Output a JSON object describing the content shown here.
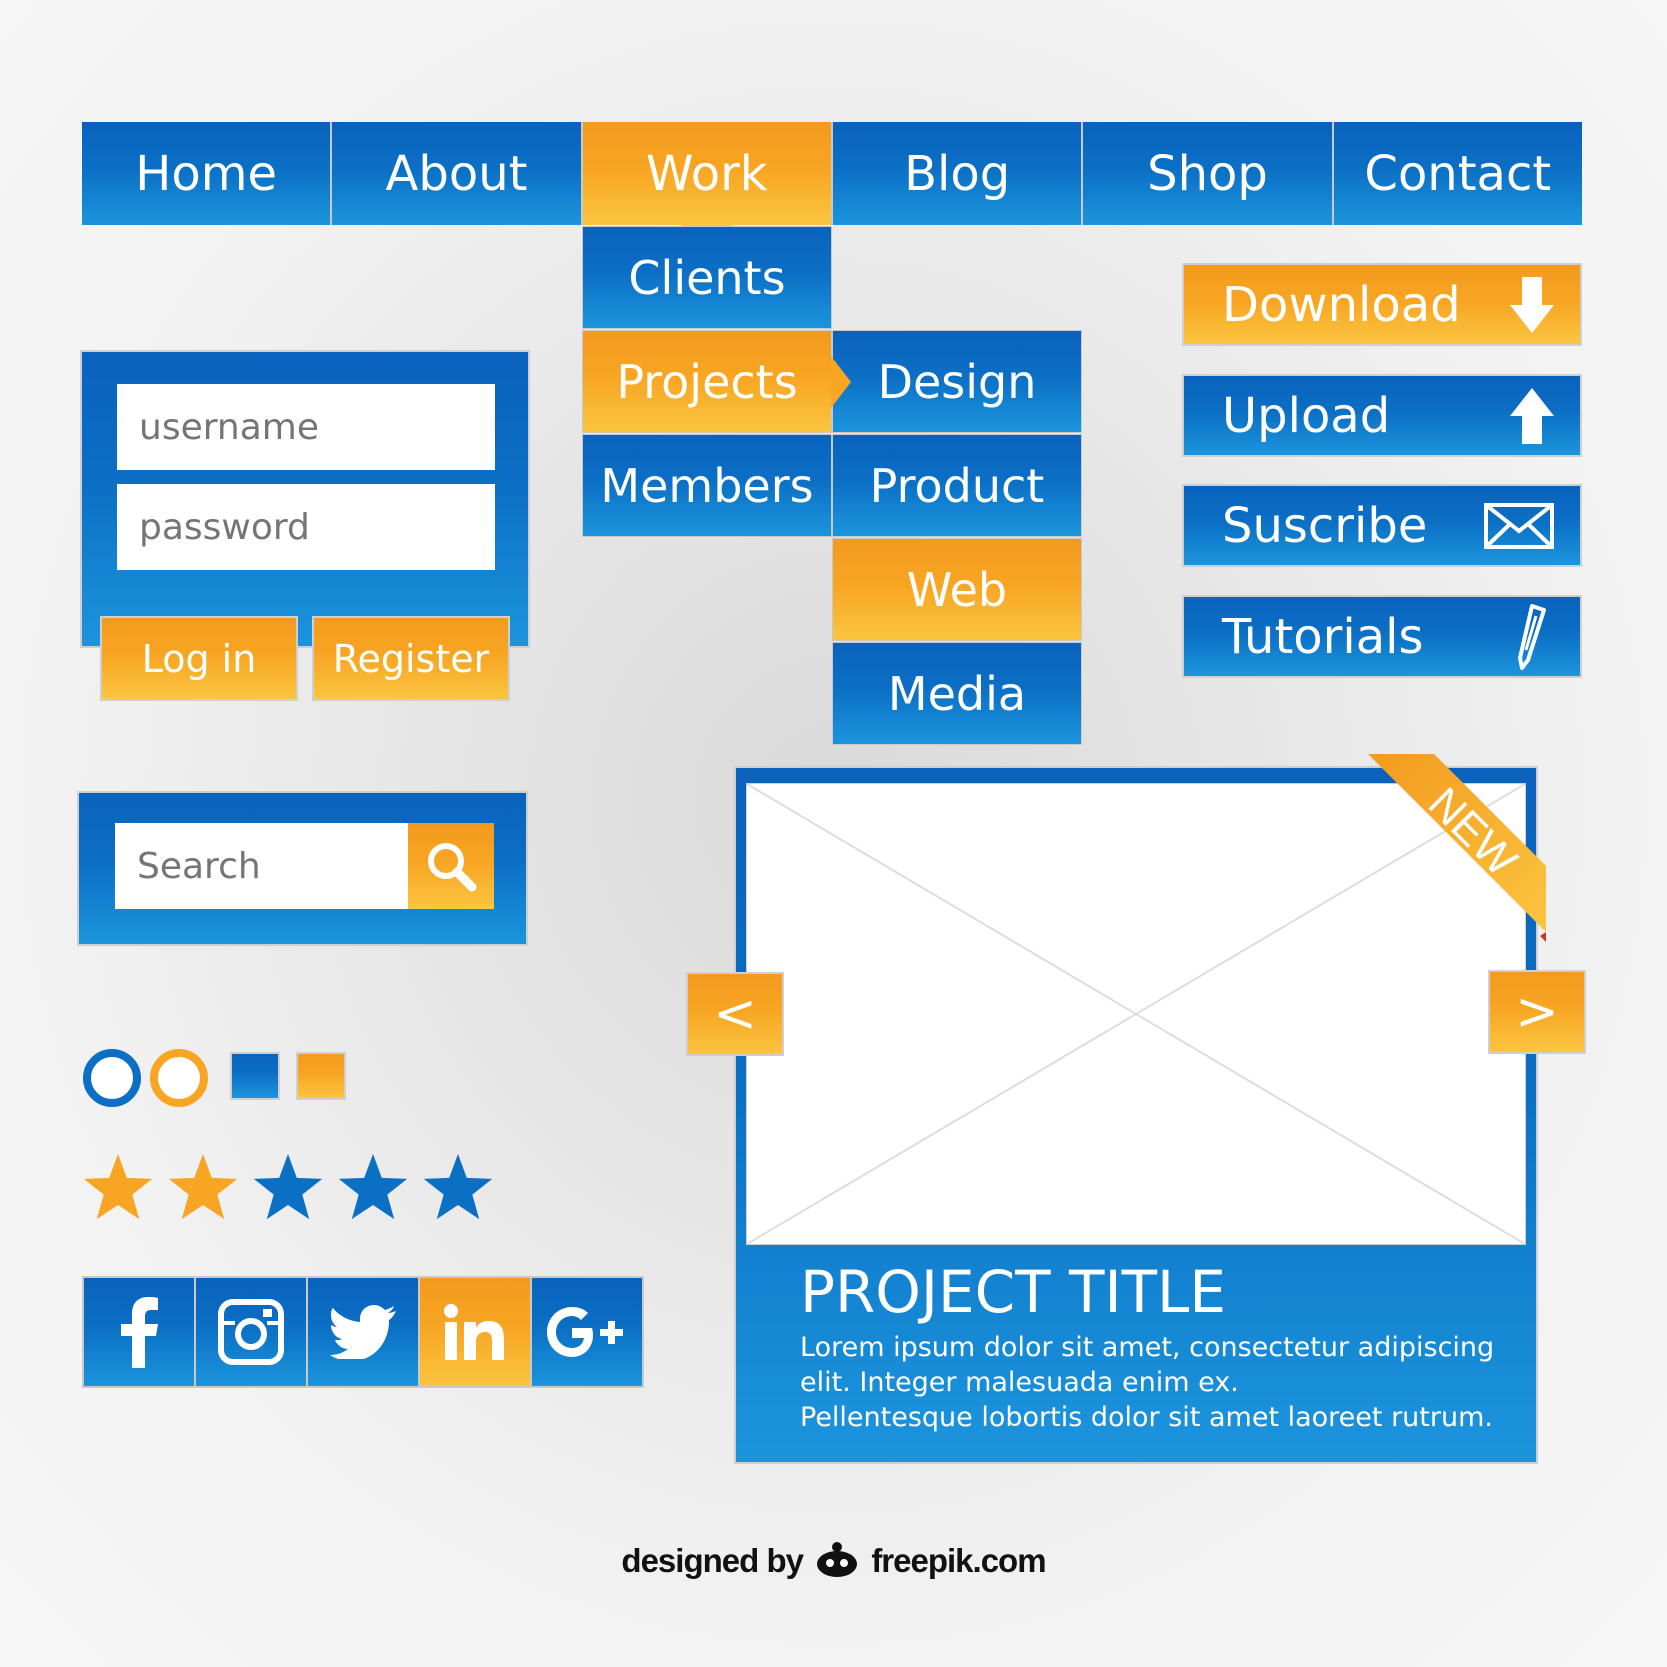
{
  "nav": {
    "items": [
      {
        "label": "Home",
        "active": false
      },
      {
        "label": "About",
        "active": false
      },
      {
        "label": "Work",
        "active": true
      },
      {
        "label": "Blog",
        "active": false
      },
      {
        "label": "Shop",
        "active": false
      },
      {
        "label": "Contact",
        "active": false
      }
    ]
  },
  "dropdown": {
    "level1": [
      "Clients",
      "Projects",
      "Members"
    ],
    "level2": [
      "Design",
      "Product",
      "Web",
      "Media"
    ]
  },
  "actions": {
    "download": "Download",
    "upload": "Upload",
    "subscribe": "Suscribe",
    "tutorials": "Tutorials"
  },
  "login": {
    "username_placeholder": "username",
    "password_placeholder": "password",
    "login_label": "Log in",
    "register_label": "Register"
  },
  "search": {
    "placeholder": "Search"
  },
  "rating": {
    "value": 2,
    "max": 5
  },
  "social": {
    "icons": [
      "facebook-icon",
      "instagram-icon",
      "twitter-icon",
      "linkedin-icon",
      "google-plus-icon"
    ],
    "labels": {
      "facebook": "f",
      "linkedin": "in",
      "google_plus": "G+"
    }
  },
  "card": {
    "ribbon": "NEW",
    "title": "PROJECT TITLE",
    "line1": "Lorem ipsum dolor sit amet, consectetur adipiscing",
    "line2": "elit. Integer malesuada enim ex.",
    "line3": "Pellentesque lobortis dolor sit amet laoreet rutrum.",
    "prev": "<",
    "next": ">"
  },
  "credit": {
    "prefix": "designed by",
    "brand": "freepik.com"
  },
  "colors": {
    "blue": "#0b6fc4",
    "orange": "#f7a523",
    "light_blue": "#1c95dd"
  }
}
